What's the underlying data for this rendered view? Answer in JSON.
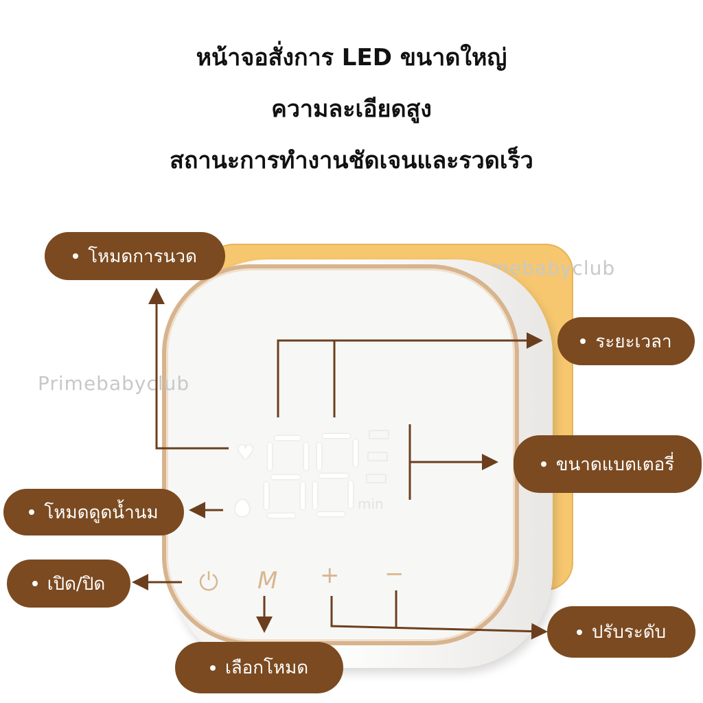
{
  "title_lines": [
    "หน้าจอสั่งการ LED ขนาดใหญ่",
    "ความละเอียดสูง",
    "สถานะการทำงานชัดเจนและรวดเร็ว"
  ],
  "watermark": "Primebabyclub",
  "labels": {
    "massage_mode": "โหมดการนวด",
    "duration": "ระยะเวลา",
    "battery": "ขนาดแบตเตอรี่",
    "suction_mode": "โหมดดูดน้ำนม",
    "power": "เปิด/ปิด",
    "adjust_level": "ปรับระดับ",
    "select_mode": "เลือกโหมด"
  },
  "device": {
    "unit": "min",
    "mode_button": "M",
    "plus_button": "+",
    "minus_button": "−"
  },
  "colors": {
    "pill": "#7b4a20",
    "card": "#f6c76f",
    "accent": "#d9b68e"
  }
}
